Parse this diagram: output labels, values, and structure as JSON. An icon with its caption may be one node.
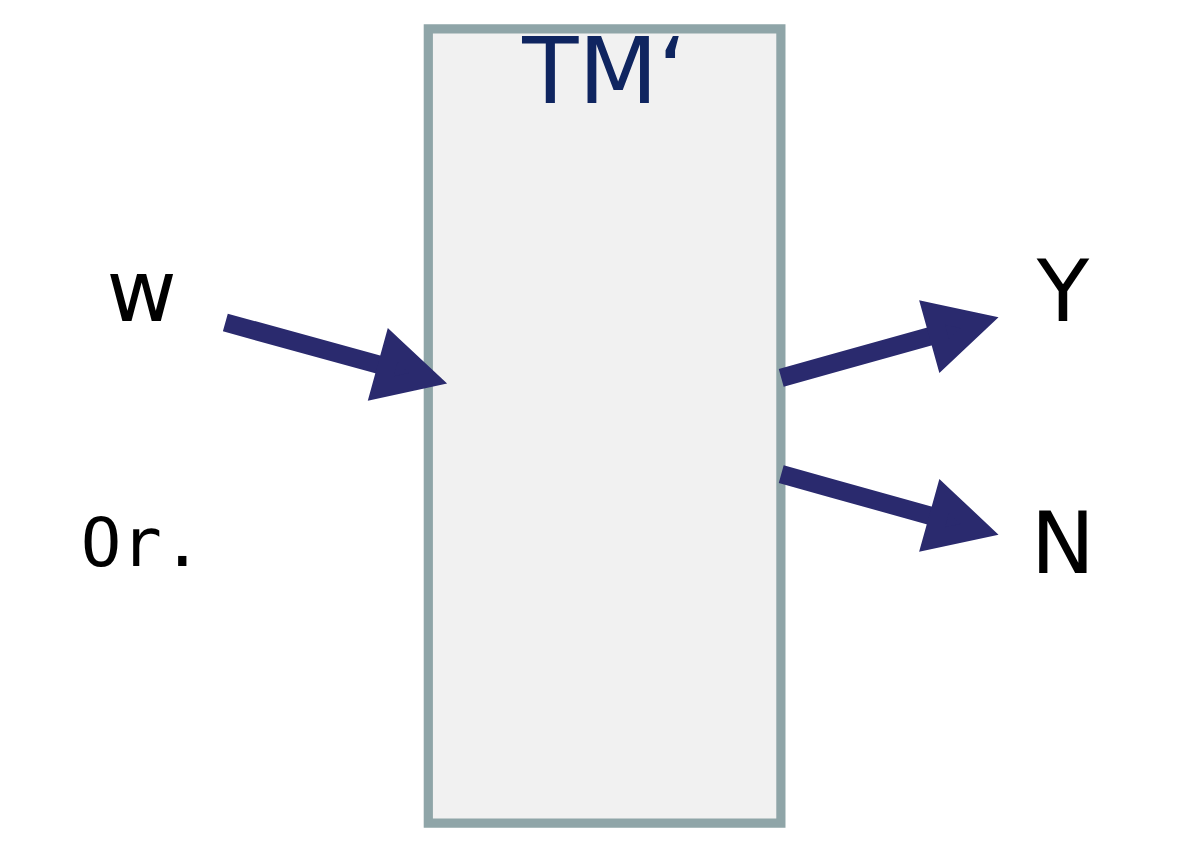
{
  "diagram": {
    "nodes": [
      {
        "text": [
          "w"
        ]
      },
      {
        "text": [
          "TM‘"
        ]
      },
      {
        "text": [
          "Y"
        ]
      },
      {
        "text": [
          "N"
        ]
      }
    ],
    "edges": [
      {
        "from": 0,
        "to": 1,
        "arrow": "to"
      },
      {
        "from": 1,
        "to": 2,
        "arrow": "to"
      },
      {
        "from": 1,
        "to": 3,
        "arrow": "to"
      }
    ],
    "labels": [
      "Or."
    ]
  }
}
